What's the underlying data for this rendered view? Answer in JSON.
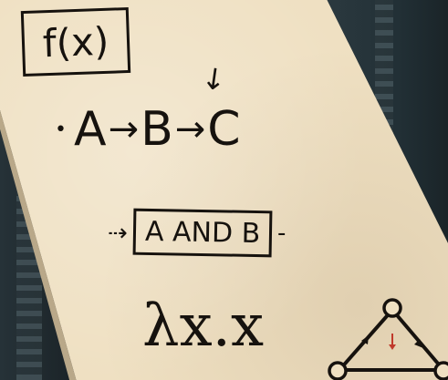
{
  "function_box": {
    "label": "f(x)"
  },
  "flow": {
    "nodes": [
      "A",
      "B",
      "C"
    ],
    "arrow": "→",
    "lead_dot": "•"
  },
  "and_gate": {
    "label": "A AND B",
    "left_arrow": "⇢",
    "right_dash": "-"
  },
  "lambda": {
    "expression": "λx.x"
  },
  "tick_mark": "↓",
  "colors": {
    "paper": "#efe0c2",
    "ink": "#16120e",
    "background": "#1d2a30"
  },
  "icons": [
    "triangle-graph-icon"
  ]
}
